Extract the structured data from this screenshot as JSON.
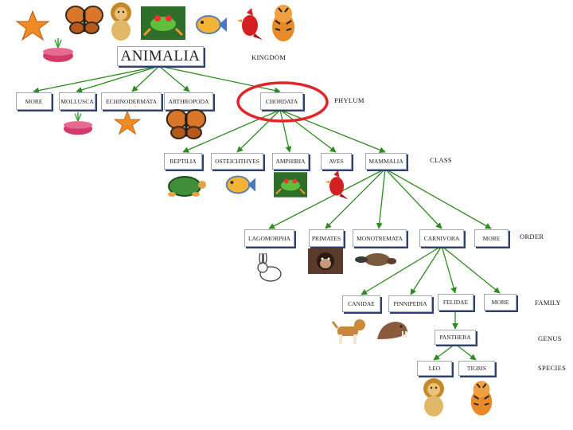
{
  "root": {
    "label": "ANIMALIA"
  },
  "levels": {
    "kingdom": "KINGDOM",
    "phylum": "PHYLUM",
    "class": "CLASS",
    "order": "ORDER",
    "family": "FAMILY",
    "genus": "GENUS",
    "species": "SPECIES"
  },
  "phyla": [
    "MORE",
    "MOLLUSCA",
    "ECHINODERMATA",
    "ARTHROPODA",
    "CHORDATA"
  ],
  "classes": [
    "REPTILIA",
    "OSTEICHTHYES",
    "AMPHIBIA",
    "AVES",
    "MAMMALIA"
  ],
  "orders": [
    "LAGOMORPHA",
    "PRIMATES",
    "MONOTREMATA",
    "CARNIVORA",
    "MORE"
  ],
  "families": [
    "CANIDAE",
    "PINNIPEDIA",
    "FELIDAE",
    "MORE"
  ],
  "genus": [
    "PANTHERA"
  ],
  "species": [
    "LEO",
    "TIGRIS"
  ],
  "highlight": {
    "node": "CHORDATA",
    "color": "#e0262b"
  },
  "colors": {
    "edge": "#2e8b1f",
    "box_shadow": "#2f3f6f"
  },
  "icons": [
    "starfish-icon",
    "butterfly-icon",
    "lion-icon",
    "frog-icon",
    "fish-icon",
    "cardinal-bird-icon",
    "tiger-icon",
    "anemone-icon",
    "turtle-icon",
    "rabbit-icon",
    "chimpanzee-icon",
    "platypus-icon",
    "dog-icon",
    "walrus-icon"
  ]
}
